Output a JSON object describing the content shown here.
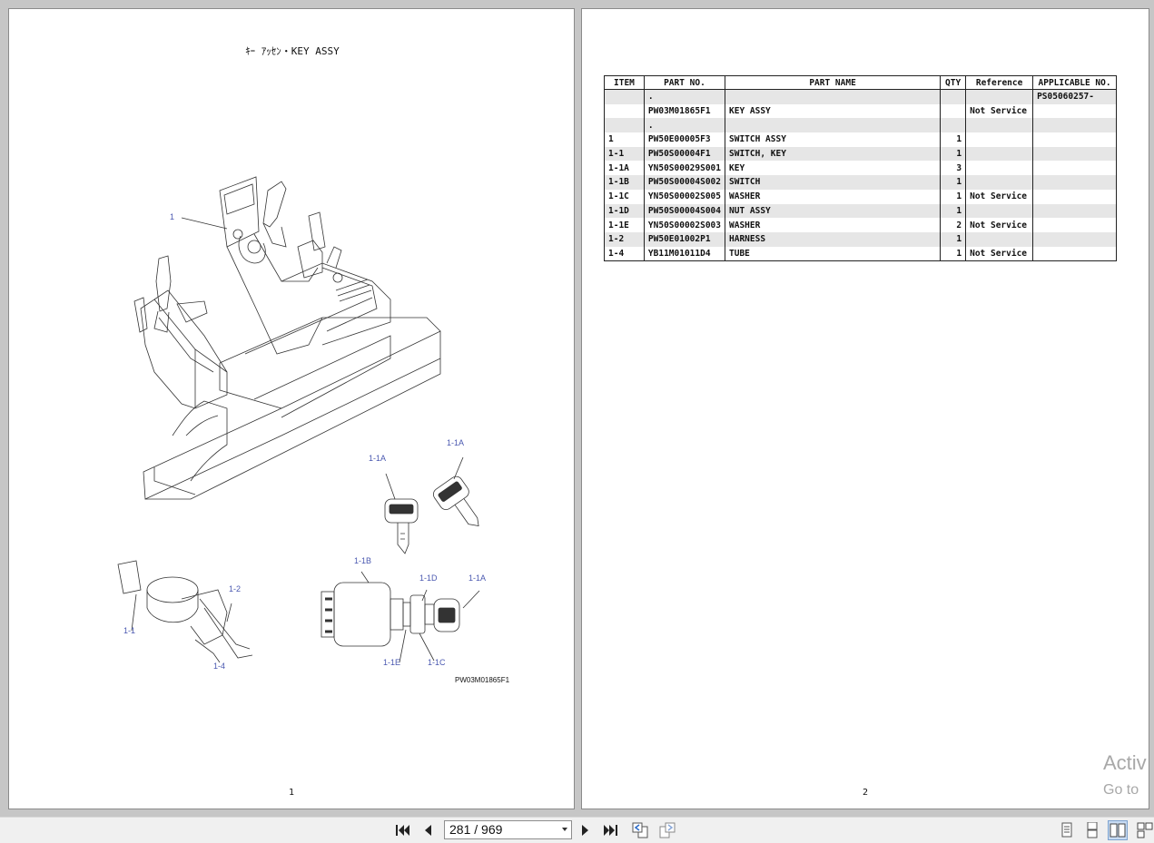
{
  "left_page": {
    "title": "ｷｰ ｱｯｾﾝ・KEY ASSY",
    "page_number": "1",
    "figure_code": "PW03M01865F1",
    "callouts": [
      "1",
      "1-1A",
      "1-1A",
      "1-1B",
      "1-1D",
      "1-1A",
      "1-2",
      "1-1",
      "1-4",
      "1-1E",
      "1-1C"
    ]
  },
  "right_page": {
    "page_number": "2",
    "table": {
      "headers": [
        "ITEM",
        "PART NO.",
        "PART NAME",
        "QTY",
        "Reference",
        "APPLICABLE NO."
      ],
      "rows": [
        [
          "",
          ".",
          "",
          "",
          "",
          "PS05060257-"
        ],
        [
          "",
          "PW03M01865F1",
          "KEY ASSY",
          "",
          "Not Service",
          ""
        ],
        [
          "",
          ".",
          "",
          "",
          "",
          ""
        ],
        [
          "1",
          "PW50E00005F3",
          "SWITCH ASSY",
          "1",
          "",
          ""
        ],
        [
          "1-1",
          "PW50S00004F1",
          "SWITCH, KEY",
          "1",
          "",
          ""
        ],
        [
          "1-1A",
          "YN50S00029S001",
          "KEY",
          "3",
          "",
          ""
        ],
        [
          "1-1B",
          "PW50S00004S002",
          "SWITCH",
          "1",
          "",
          ""
        ],
        [
          "1-1C",
          "YN50S00002S005",
          "WASHER",
          "1",
          "Not Service",
          ""
        ],
        [
          "1-1D",
          "PW50S00004S004",
          "NUT ASSY",
          "1",
          "",
          ""
        ],
        [
          "1-1E",
          "YN50S00002S003",
          "WASHER",
          "2",
          "Not Service",
          ""
        ],
        [
          "1-2",
          "PW50E01002P1",
          "HARNESS",
          "1",
          "",
          ""
        ],
        [
          "1-4",
          "YB11M01011D4",
          "TUBE",
          "1",
          "Not Service",
          ""
        ]
      ]
    }
  },
  "watermark": {
    "line1": "Activ",
    "line2": "Go to"
  },
  "toolbar": {
    "page_indicator": "281 / 969",
    "icons": [
      "first-page-icon",
      "prev-page-icon",
      "next-page-icon",
      "last-page-icon",
      "back-view-icon",
      "forward-view-icon",
      "single-page-icon",
      "continuous-page-icon",
      "two-page-icon",
      "two-page-continuous-icon"
    ]
  },
  "colors": {
    "callout": "#4a58b0",
    "row_shade": "#e6e6e6",
    "background": "#c6c6c6"
  }
}
